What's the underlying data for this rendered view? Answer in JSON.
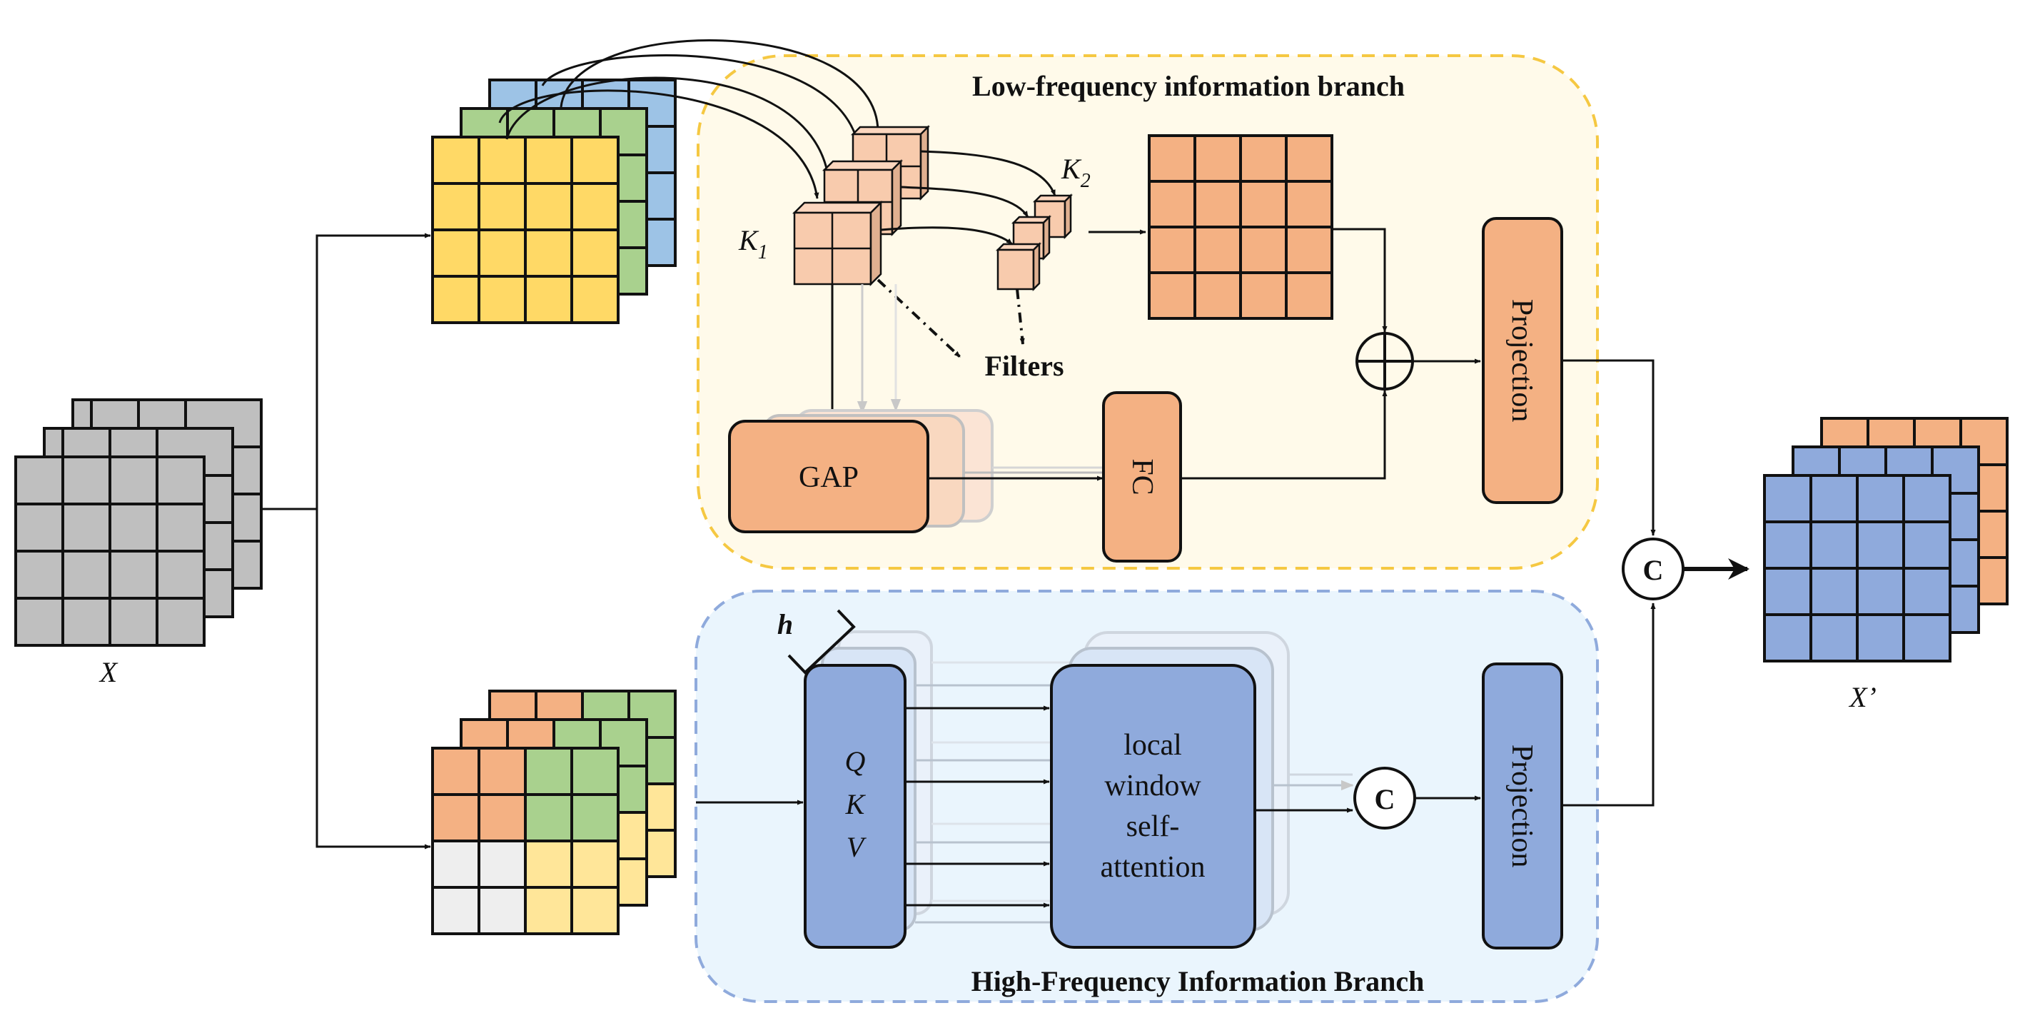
{
  "labels": {
    "low_branch_title": "Low-frequency information branch",
    "high_branch_title": "High-Frequency Information Branch",
    "k1": "K",
    "k1_sub": "1",
    "k2": "K",
    "k2_sub": "2",
    "filters": "Filters",
    "gap": "GAP",
    "fc": "FC",
    "projection_low": "Projection",
    "projection_high": "Projection",
    "h": "h",
    "q": "Q",
    "k": "K",
    "v": "V",
    "lwsa_line1": "local",
    "lwsa_line2": "window",
    "lwsa_line3": "self-",
    "lwsa_line4": "attention",
    "concat_high": "C",
    "concat_out": "C",
    "input_x": "X",
    "output_x": "X’"
  },
  "colors": {
    "grey_cell": "#bfbfbf",
    "yellow_cell": "#ffd966",
    "green_cell": "#a9d18e",
    "blue_cell": "#9dc3e6",
    "orange_cell": "#f4b183",
    "pale_yellow_cell": "#ffe699",
    "light_cell": "#eeeeee",
    "qkv_blue": "#8faadc",
    "low_bg": "#fffaea",
    "low_border": "#f5c842",
    "high_bg": "#eaf5fd",
    "high_border": "#8faadc"
  }
}
